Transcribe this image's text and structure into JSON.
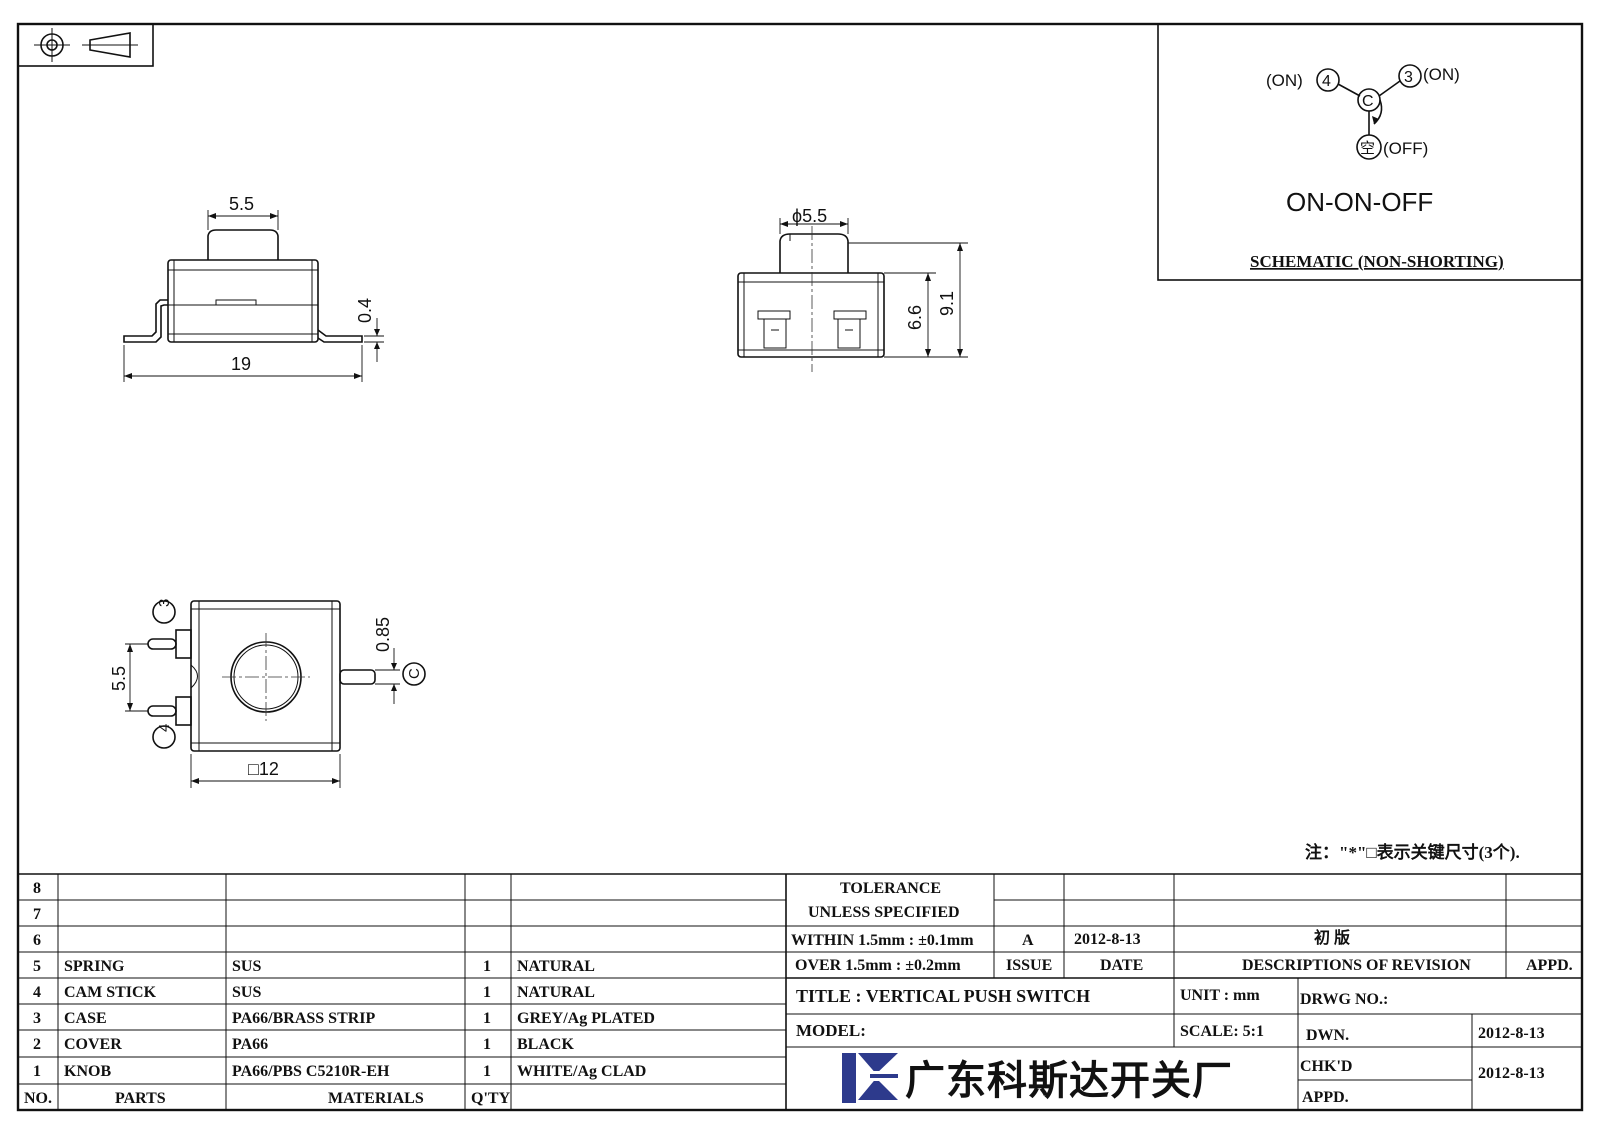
{
  "views": {
    "side": {
      "dim_top": "5.5",
      "dim_bottom": "19",
      "dim_right": "0.4"
    },
    "front": {
      "dim_top": "ϕ5.5",
      "dim_h1": "6.6",
      "dim_h2": "9.1"
    },
    "bottom": {
      "dim_left": "5.5",
      "dim_right": "0.85",
      "dim_bottom": "□12",
      "terminals": [
        "3",
        "4",
        "C"
      ]
    }
  },
  "schematic": {
    "left_label": "(ON)",
    "left_num": "4",
    "right_num": "3",
    "right_label": "(ON)",
    "center": "C",
    "bottom_num": "空",
    "bottom_label": "(OFF)",
    "mode": "ON-ON-OFF",
    "caption": "SCHEMATIC (NON-SHORTING)"
  },
  "note": "注：\"*\"□表示关键尺寸(3个).",
  "bom": {
    "header": {
      "no": "NO.",
      "parts": "PARTS",
      "materials": "MATERIALS",
      "qty": "Q'TY"
    },
    "rows": [
      {
        "no": "8",
        "part": "",
        "material": "",
        "qty": "",
        "finish": ""
      },
      {
        "no": "7",
        "part": "",
        "material": "",
        "qty": "",
        "finish": ""
      },
      {
        "no": "6",
        "part": "",
        "material": "",
        "qty": "",
        "finish": ""
      },
      {
        "no": "5",
        "part": "SPRING",
        "material": "SUS",
        "qty": "1",
        "finish": "NATURAL"
      },
      {
        "no": "4",
        "part": "CAM STICK",
        "material": "SUS",
        "qty": "1",
        "finish": "NATURAL"
      },
      {
        "no": "3",
        "part": "CASE",
        "material": "PA66/BRASS STRIP",
        "qty": "1",
        "finish": "GREY/Ag PLATED"
      },
      {
        "no": "2",
        "part": "COVER",
        "material": "PA66",
        "qty": "1",
        "finish": "BLACK"
      },
      {
        "no": "1",
        "part": "KNOB",
        "material": "PA66/PBS C5210R-EH",
        "qty": "1",
        "finish": "WHITE/Ag CLAD"
      }
    ]
  },
  "tolerance": {
    "line1": "TOLERANCE",
    "line2": "UNLESS  SPECIFIED",
    "line3": "WITHIN 1.5mm : ±0.1mm",
    "line4": "OVER 1.5mm : ±0.2mm"
  },
  "revision": {
    "issue": "A",
    "date": "2012-8-13",
    "description": "初  版",
    "head_issue": "ISSUE",
    "head_date": "DATE",
    "head_desc": "DESCRIPTIONS OF REVISION",
    "head_appd": "APPD."
  },
  "title_block": {
    "title": "TITLE :  VERTICAL PUSH SWITCH",
    "unit": "UNIT :   mm",
    "drwg_no": "DRWG NO.:",
    "model": "MODEL:",
    "scale": "SCALE:   5:1",
    "dwn": "DWN.",
    "dwn_date": "2012-8-13",
    "chkd": "CHK'D",
    "appd": "APPD.",
    "chk_date": "2012-8-13",
    "company": "广东科斯达开关厂"
  },
  "colors": {
    "ink": "#111111",
    "logo_blue": "#2d3a8c"
  }
}
